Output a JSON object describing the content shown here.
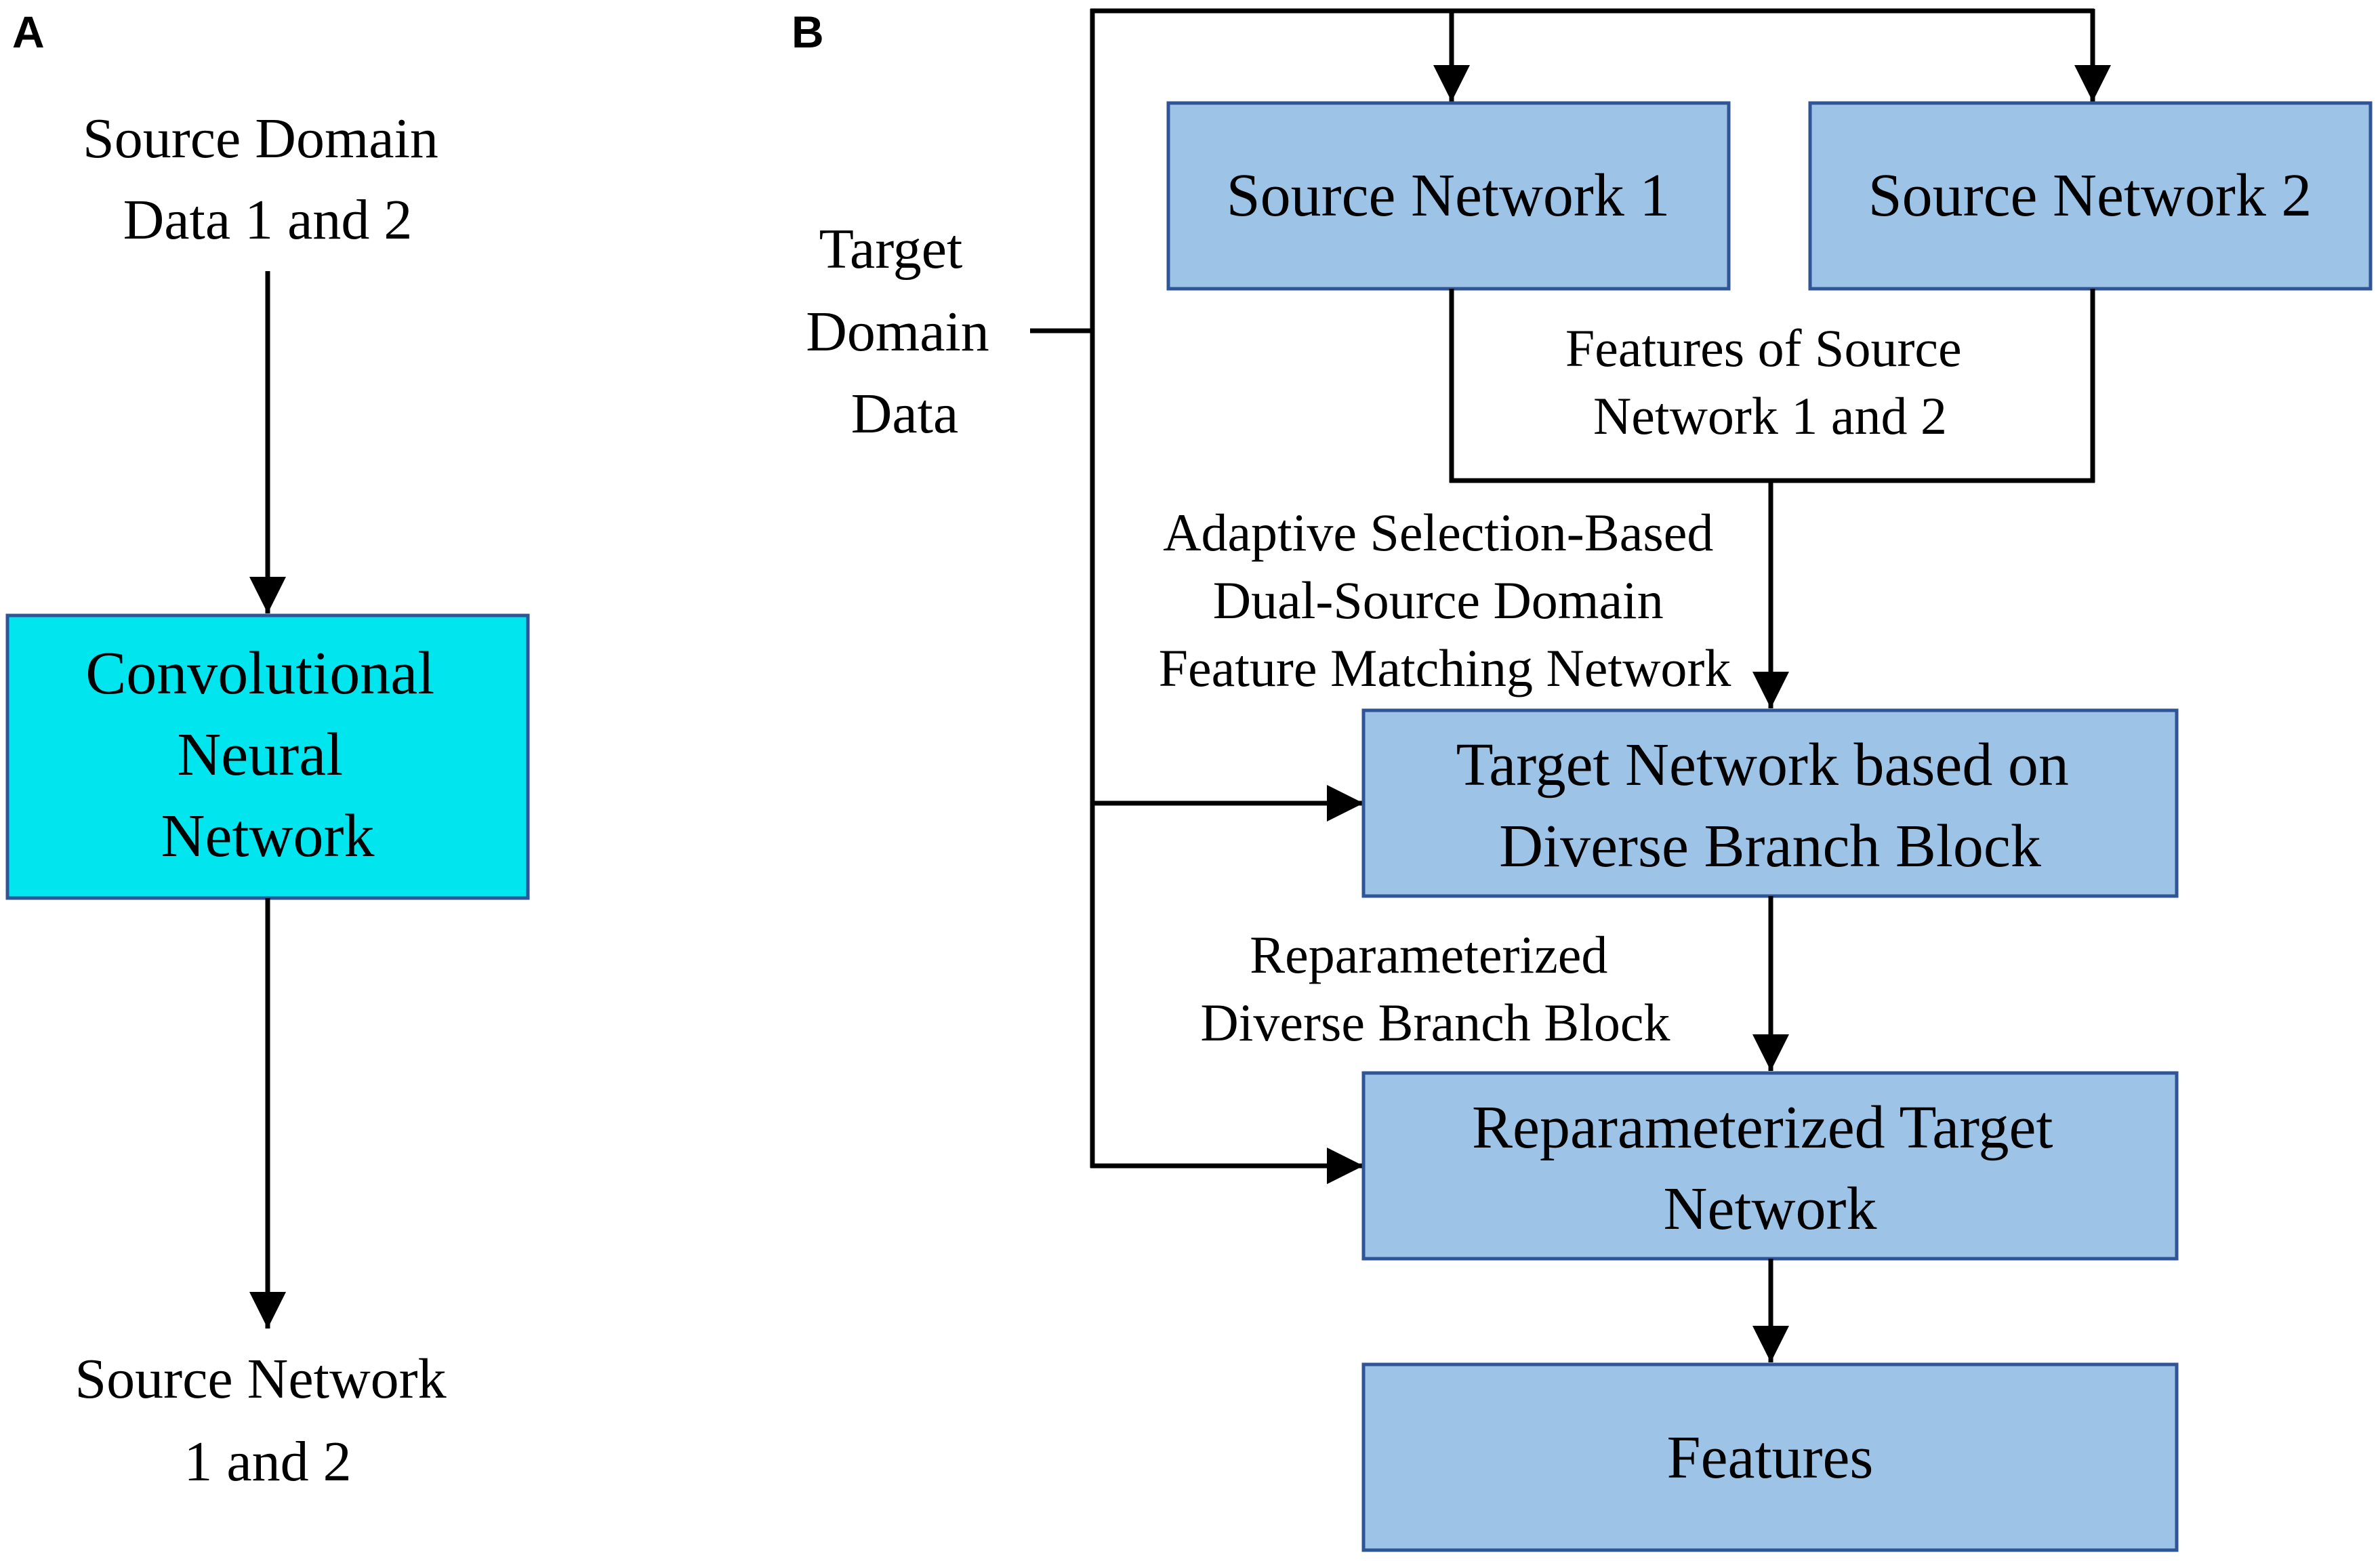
{
  "panel_a": {
    "label": "A",
    "input_lines": [
      "Source Domain",
      "Data 1 and 2"
    ],
    "cnn_lines": [
      "Convolutional",
      "Neural",
      "Network"
    ],
    "output_lines": [
      "Source Network",
      "1 and 2"
    ]
  },
  "panel_b": {
    "label": "B",
    "target_lines": [
      "Target",
      "Domain",
      "Data"
    ],
    "source_network_1": "Source Network 1",
    "source_network_2": "Source Network 2",
    "features_label_lines": [
      "Features of  Source",
      "Network 1 and 2"
    ],
    "adaptive_label_lines": [
      "Adaptive Selection-Based",
      "Dual-Source Domain",
      "Feature Matching Network"
    ],
    "target_network_lines": [
      "Target Network based on",
      "Diverse Branch Block"
    ],
    "reparam_label_lines": [
      "Reparameterized",
      "Diverse Branch Block"
    ],
    "reparam_target_lines": [
      "Reparameterized Target",
      "Network"
    ],
    "features_box": "Features"
  },
  "colors": {
    "box_blue": "#9dc3e6",
    "box_cyan": "#00e5ee",
    "box_border": "#2f5597"
  }
}
